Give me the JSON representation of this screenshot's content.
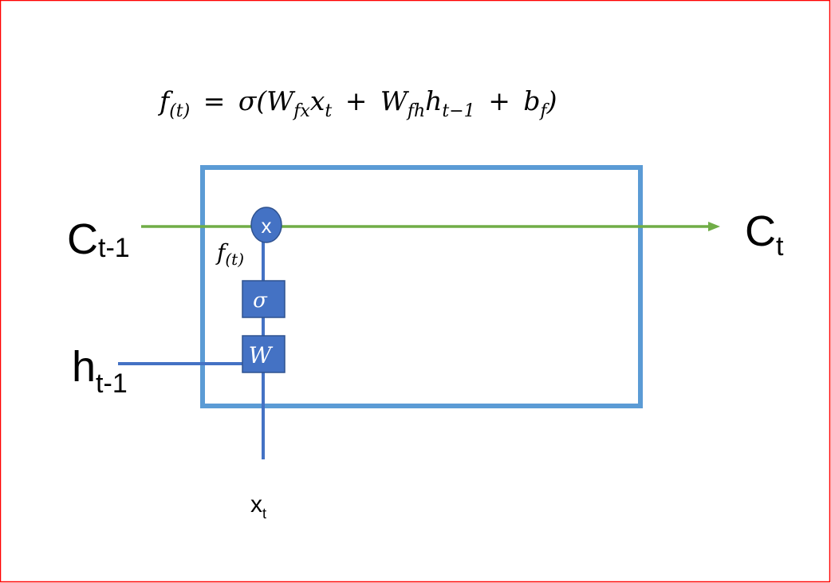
{
  "equation": {
    "lhs": "f",
    "lhs_sub": "(t)",
    "equals": "=",
    "sigma": "σ(",
    "w1": "W",
    "w1_sub": "fx",
    "x": "x",
    "x_sub": "t",
    "plus1": "+",
    "w2": "W",
    "w2_sub": "fh",
    "h": "h",
    "h_sub": "t−1",
    "plus2": "+",
    "b": "b",
    "b_sub": "f",
    "close": ")"
  },
  "labels": {
    "c_prev": "C",
    "c_prev_sub": "t-1",
    "c_next": "C",
    "c_next_sub": "t",
    "h_prev": "h",
    "h_prev_sub": "t-1",
    "x_in": "x",
    "x_in_sub": "t",
    "f_gate": "f",
    "f_gate_sub": "(t)",
    "multiply": "x",
    "sigma": "σ",
    "weight": "W"
  },
  "colors": {
    "frame": "#ff0000",
    "cell": "#5b9bd5",
    "node": "#4472c4",
    "cell_state": "#70ad47"
  }
}
